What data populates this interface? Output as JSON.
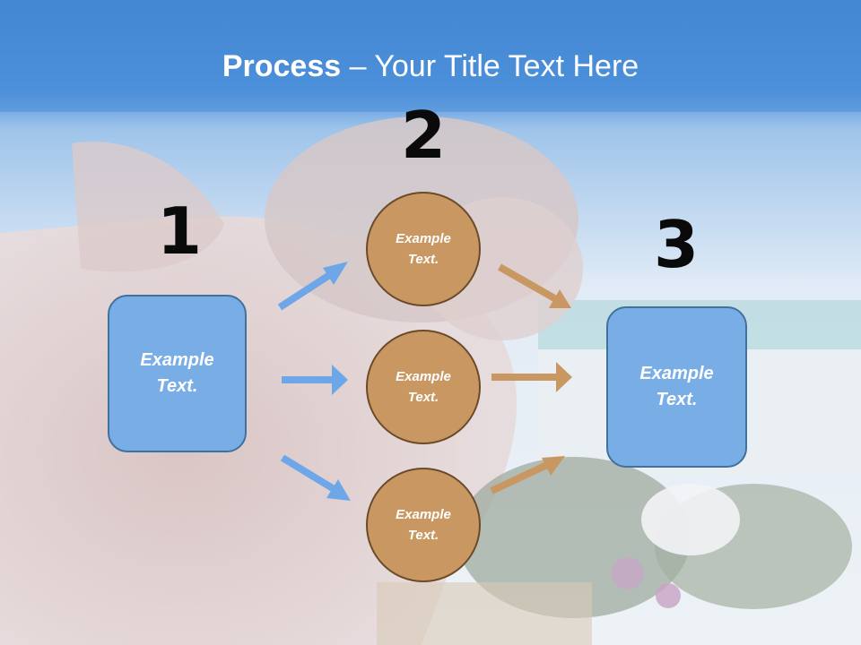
{
  "title": {
    "bold": "Process",
    "rest": " – Your Title Text Here"
  },
  "steps": {
    "one": "1",
    "two": "2",
    "three": "3"
  },
  "left_box": "Example\nText.",
  "circles": [
    "Example\nText.",
    "Example\nText.",
    "Example\nText."
  ],
  "right_box": "Example\nText.",
  "colors": {
    "box_fill": "#79ade6",
    "circle_fill": "#c99862",
    "blue_arrow": "#6ea7e8",
    "orange_arrow": "#c99862"
  }
}
